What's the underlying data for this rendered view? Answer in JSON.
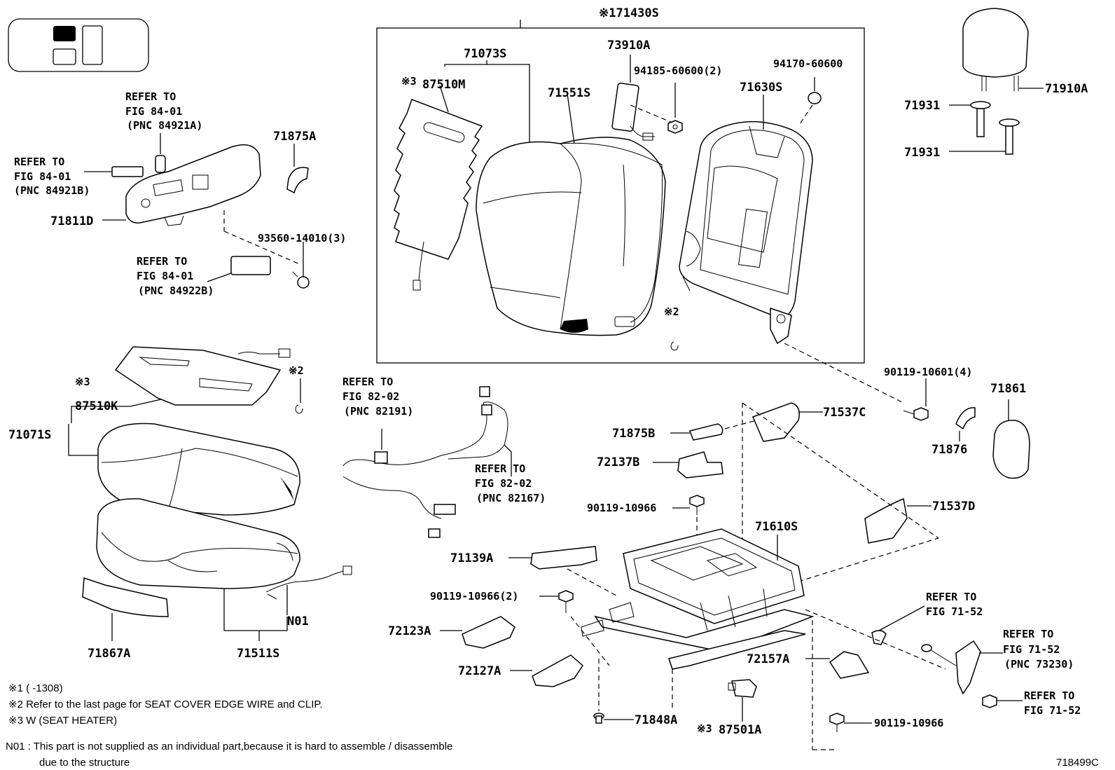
{
  "parts": {
    "p71430S": "※171430S",
    "p71073S": "71073S",
    "p87510M": "87510M",
    "p71551S": "71551S",
    "p73910A": "73910A",
    "p94185": "94185-60600(2)",
    "p94170": "94170-60600",
    "p71630S": "71630S",
    "p71910A": "71910A",
    "p71931a": "71931",
    "p71931b": "71931",
    "p71875A": "71875A",
    "p71811D": "71811D",
    "p93560": "93560-14010(3)",
    "p87510K": "87510K",
    "p71071S": "71071S",
    "p71867A": "71867A",
    "p71511S": "71511S",
    "pN01": "N01",
    "p71875B": "71875B",
    "p72137B": "72137B",
    "p90119_10966a": "90119-10966",
    "p71537C": "71537C",
    "p90119_10601": "90119-10601(4)",
    "p71861": "71861",
    "p71876": "71876",
    "p71537D": "71537D",
    "p71610S": "71610S",
    "p71139A": "71139A",
    "p90119_10966_2": "90119-10966(2)",
    "p72123A": "72123A",
    "p72127A": "72127A",
    "p72157A": "72157A",
    "p71848A": "71848A",
    "p87501A": "87501A",
    "p90119_10966b": "90119-10966"
  },
  "marks": {
    "m3a": "※3",
    "m3b": "※3",
    "m3c": "※3",
    "m2a": "※2",
    "m2b": "※2"
  },
  "refs": {
    "r1": [
      "REFER TO",
      "FIG 84-01",
      "(PNC 84921A)"
    ],
    "r2": [
      "REFER TO",
      "FIG 84-01",
      "(PNC 84921B)"
    ],
    "r3": [
      "REFER TO",
      "FIG 84-01",
      "(PNC 84922B)"
    ],
    "r4": [
      "REFER TO",
      "FIG 82-02",
      "(PNC 82191)"
    ],
    "r5": [
      "REFER TO",
      "FIG 82-02",
      "(PNC 82167)"
    ],
    "r6": [
      "REFER TO",
      "FIG 71-52"
    ],
    "r7": [
      "REFER TO",
      "FIG 71-52",
      "(PNC 73230)"
    ],
    "r8": [
      "REFER TO",
      "FIG 71-52"
    ]
  },
  "notes": {
    "n1": "※1 (      -1308)",
    "n2": "※2 Refer to the last page for SEAT COVER EDGE WIRE and CLIP.",
    "n3": "※3 W (SEAT HEATER)",
    "n4a": "N01 : This part is not supplied as an individual part,because it is hard to assemble / disassemble",
    "n4b": "due to the structure"
  },
  "figure_id": "718499C"
}
